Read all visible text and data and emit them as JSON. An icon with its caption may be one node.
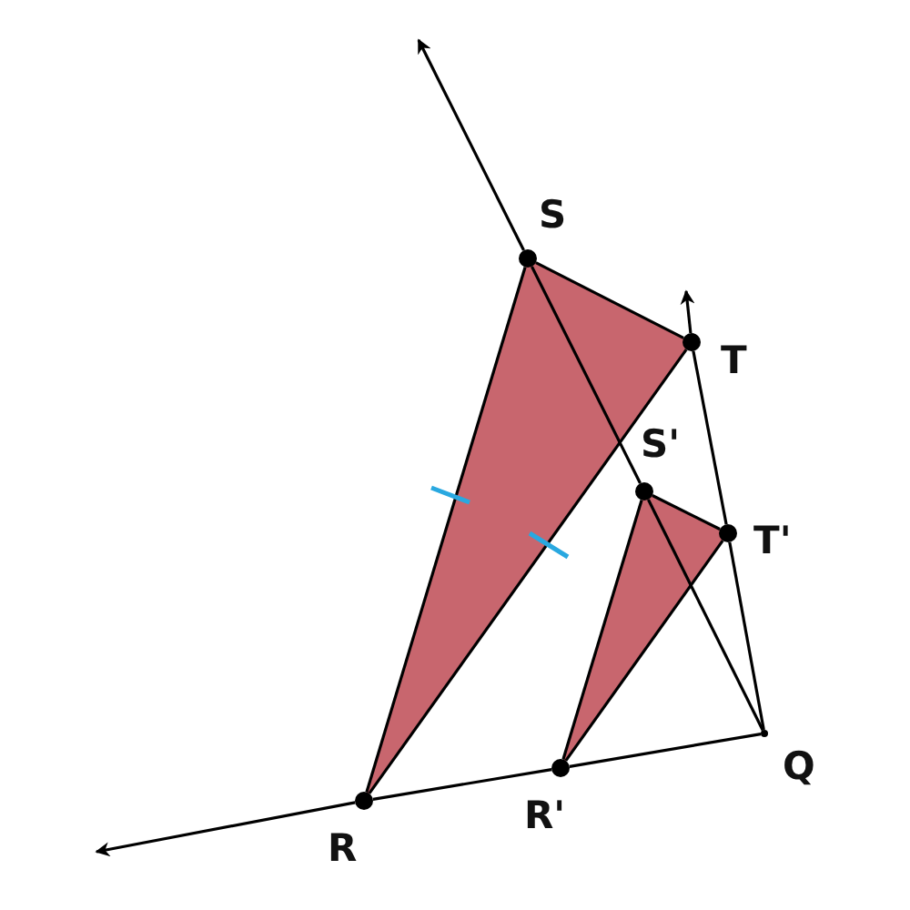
{
  "diagram": {
    "nodes": [
      {
        "text": [
          "S"
        ]
      },
      {
        "text": [
          "T"
        ]
      },
      {
        "text": [
          "S'"
        ]
      },
      {
        "text": [
          "T'"
        ]
      },
      {
        "text": [
          "R"
        ]
      },
      {
        "text": [
          "R'"
        ]
      },
      {
        "text": [
          "Q"
        ]
      }
    ],
    "edges": [
      {
        "from": 0,
        "to": 1,
        "arrow": "none"
      },
      {
        "from": 0,
        "to": 4,
        "arrow": "none"
      },
      {
        "from": 1,
        "to": 4,
        "arrow": "none"
      },
      {
        "from": 2,
        "to": 3,
        "arrow": "none"
      },
      {
        "from": 2,
        "to": 5,
        "arrow": "none"
      },
      {
        "from": 3,
        "to": 5,
        "arrow": "none"
      },
      {
        "from": 6,
        "to": 2,
        "arrow": "none"
      },
      {
        "from": 2,
        "to": 0,
        "arrow": "none"
      },
      {
        "from": 0,
        "to": null,
        "arrow": "to"
      },
      {
        "from": 6,
        "to": 3,
        "arrow": "none"
      },
      {
        "from": 3,
        "to": 1,
        "arrow": "none"
      },
      {
        "from": 1,
        "to": null,
        "arrow": "to"
      },
      {
        "from": 6,
        "to": 5,
        "arrow": "none"
      },
      {
        "from": 5,
        "to": 4,
        "arrow": "none"
      },
      {
        "from": 4,
        "to": null,
        "arrow": "to"
      }
    ]
  }
}
